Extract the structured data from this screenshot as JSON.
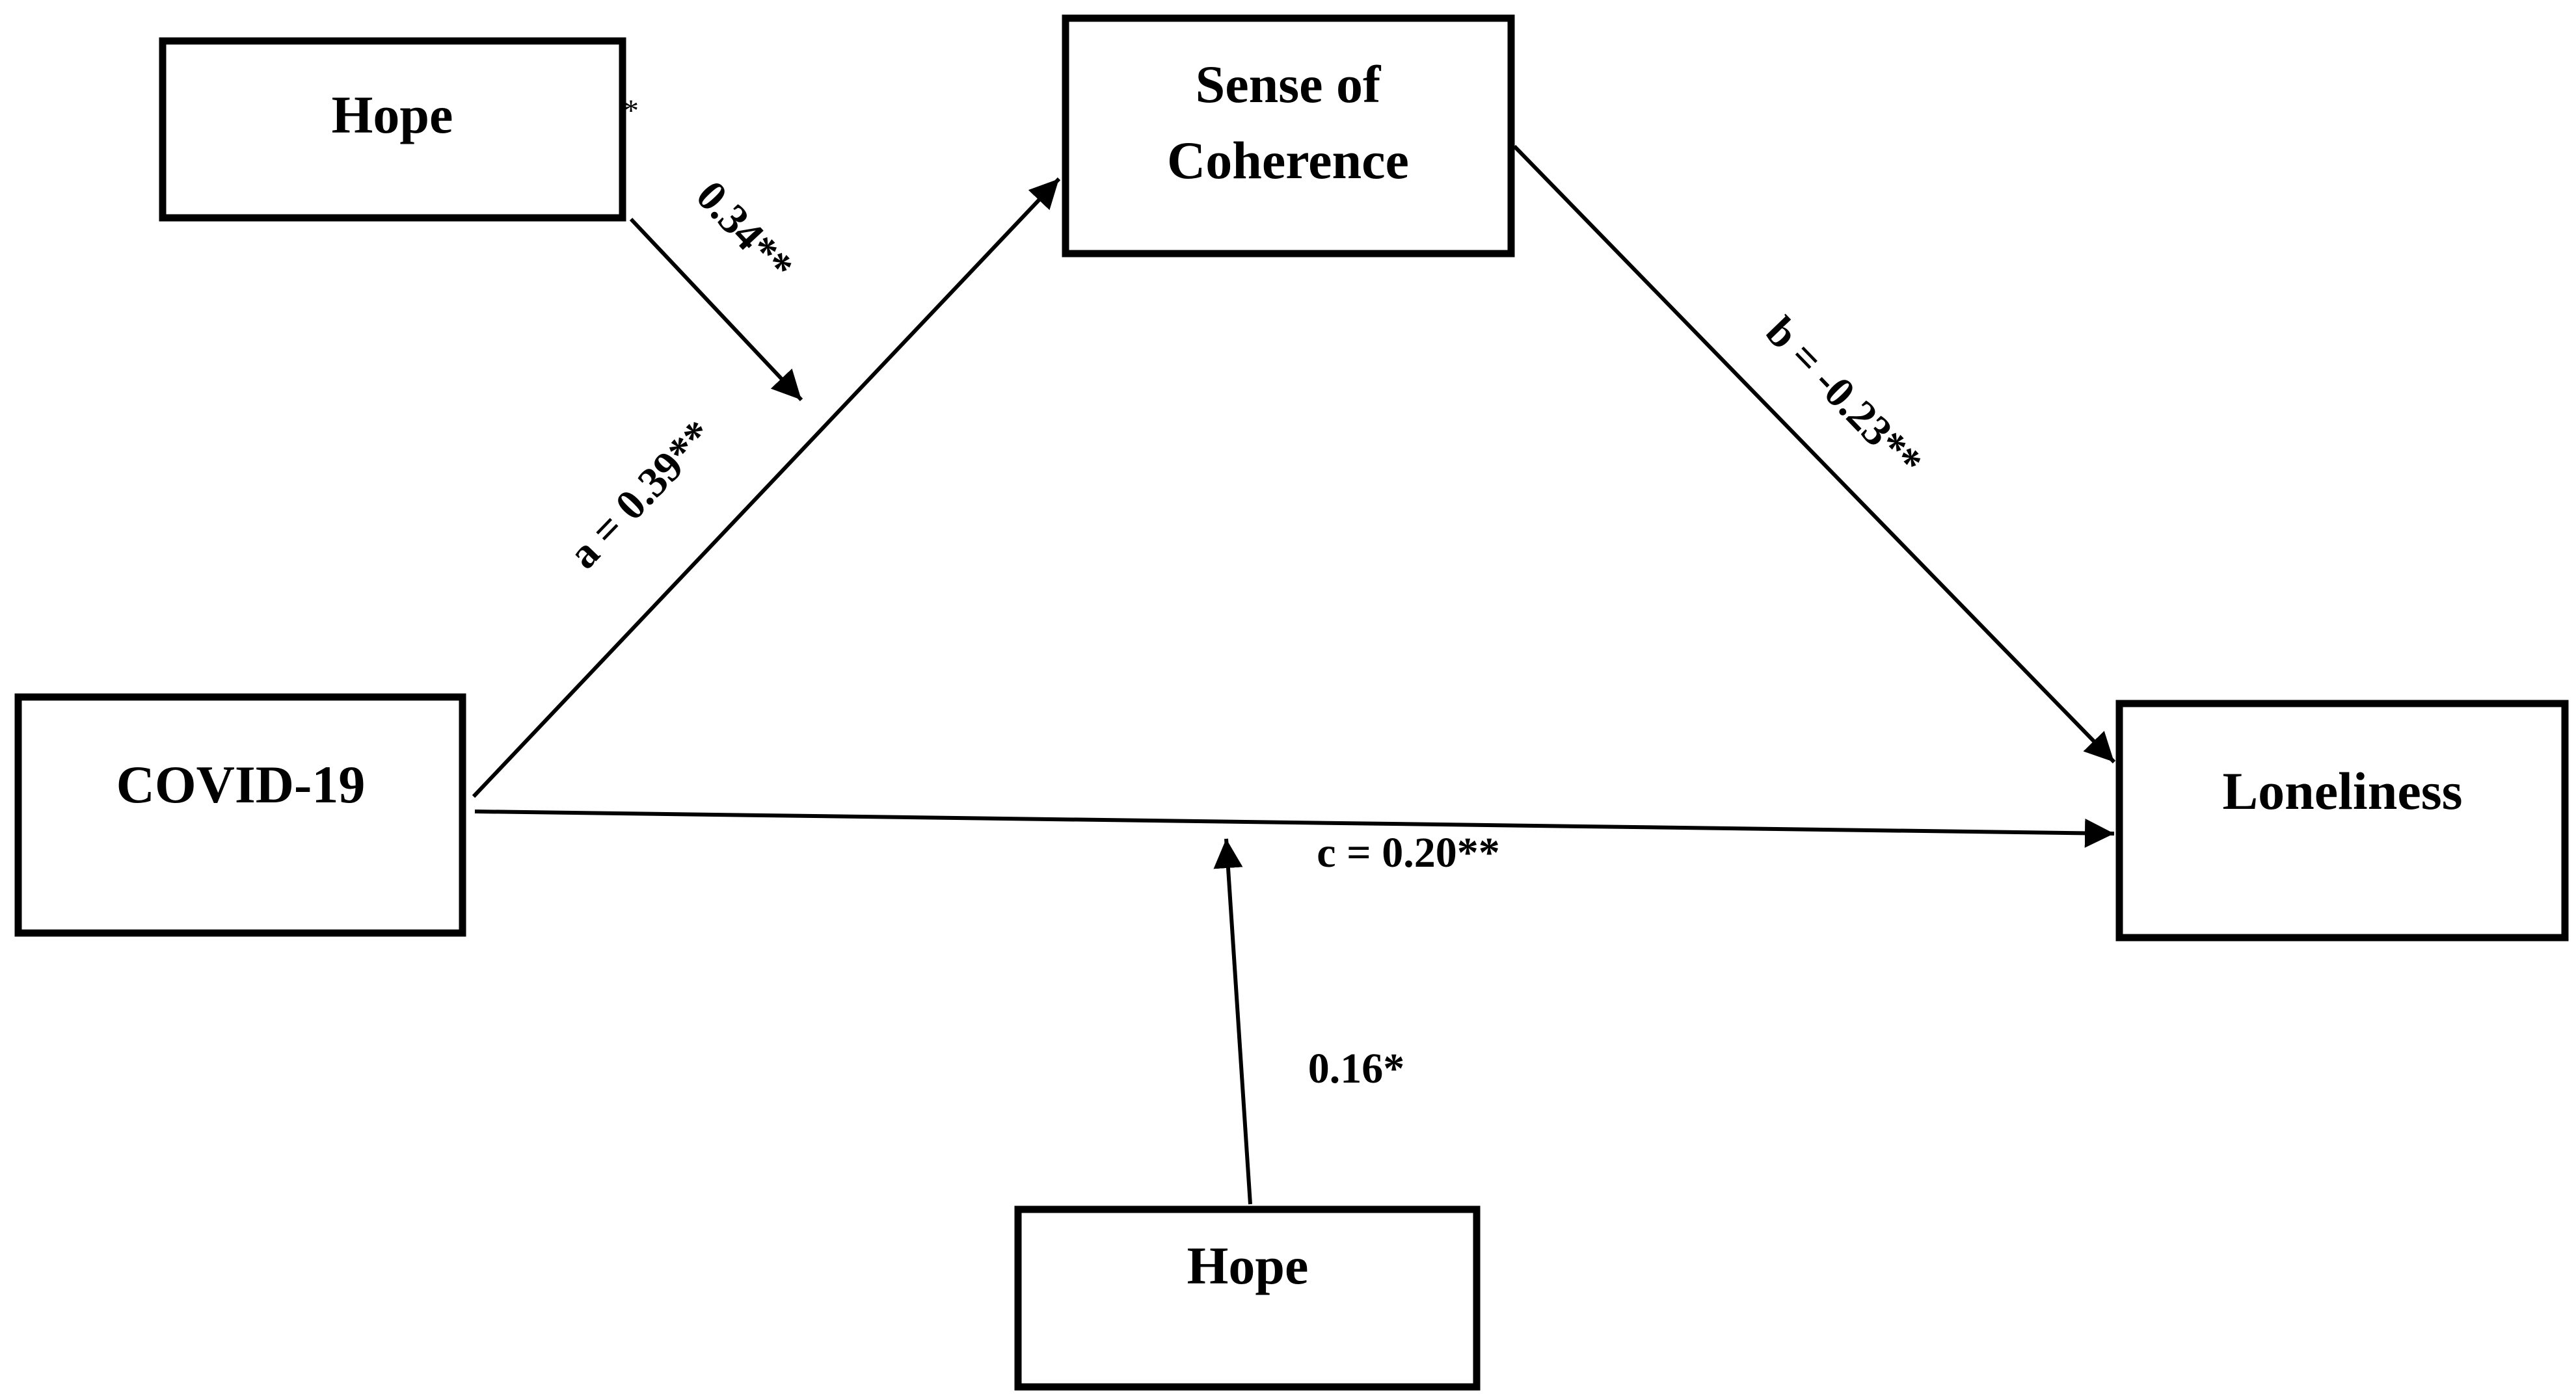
{
  "nodes": {
    "hope_top": {
      "label": "Hope"
    },
    "sense_of_coherence": {
      "line1": "Sense of",
      "line2": "Coherence"
    },
    "covid": {
      "label": "COVID-19"
    },
    "loneliness": {
      "label": "Loneliness"
    },
    "hope_bottom": {
      "label": "Hope"
    }
  },
  "paths": {
    "a": {
      "label": "a = 0.39**",
      "coefficient": 0.39,
      "significance": "**"
    },
    "b": {
      "label": "b = -0.23**",
      "coefficient": -0.23,
      "significance": "**"
    },
    "c": {
      "label": "c = 0.20**",
      "coefficient": 0.2,
      "significance": "**"
    },
    "moderation_a": {
      "label": "0.34**",
      "coefficient": 0.34,
      "significance": "**",
      "stray_mark": "*"
    },
    "moderation_c": {
      "label": "0.16*",
      "coefficient": 0.16,
      "significance": "*"
    }
  },
  "colors": {
    "stroke": "#000000",
    "background": "#ffffff"
  }
}
